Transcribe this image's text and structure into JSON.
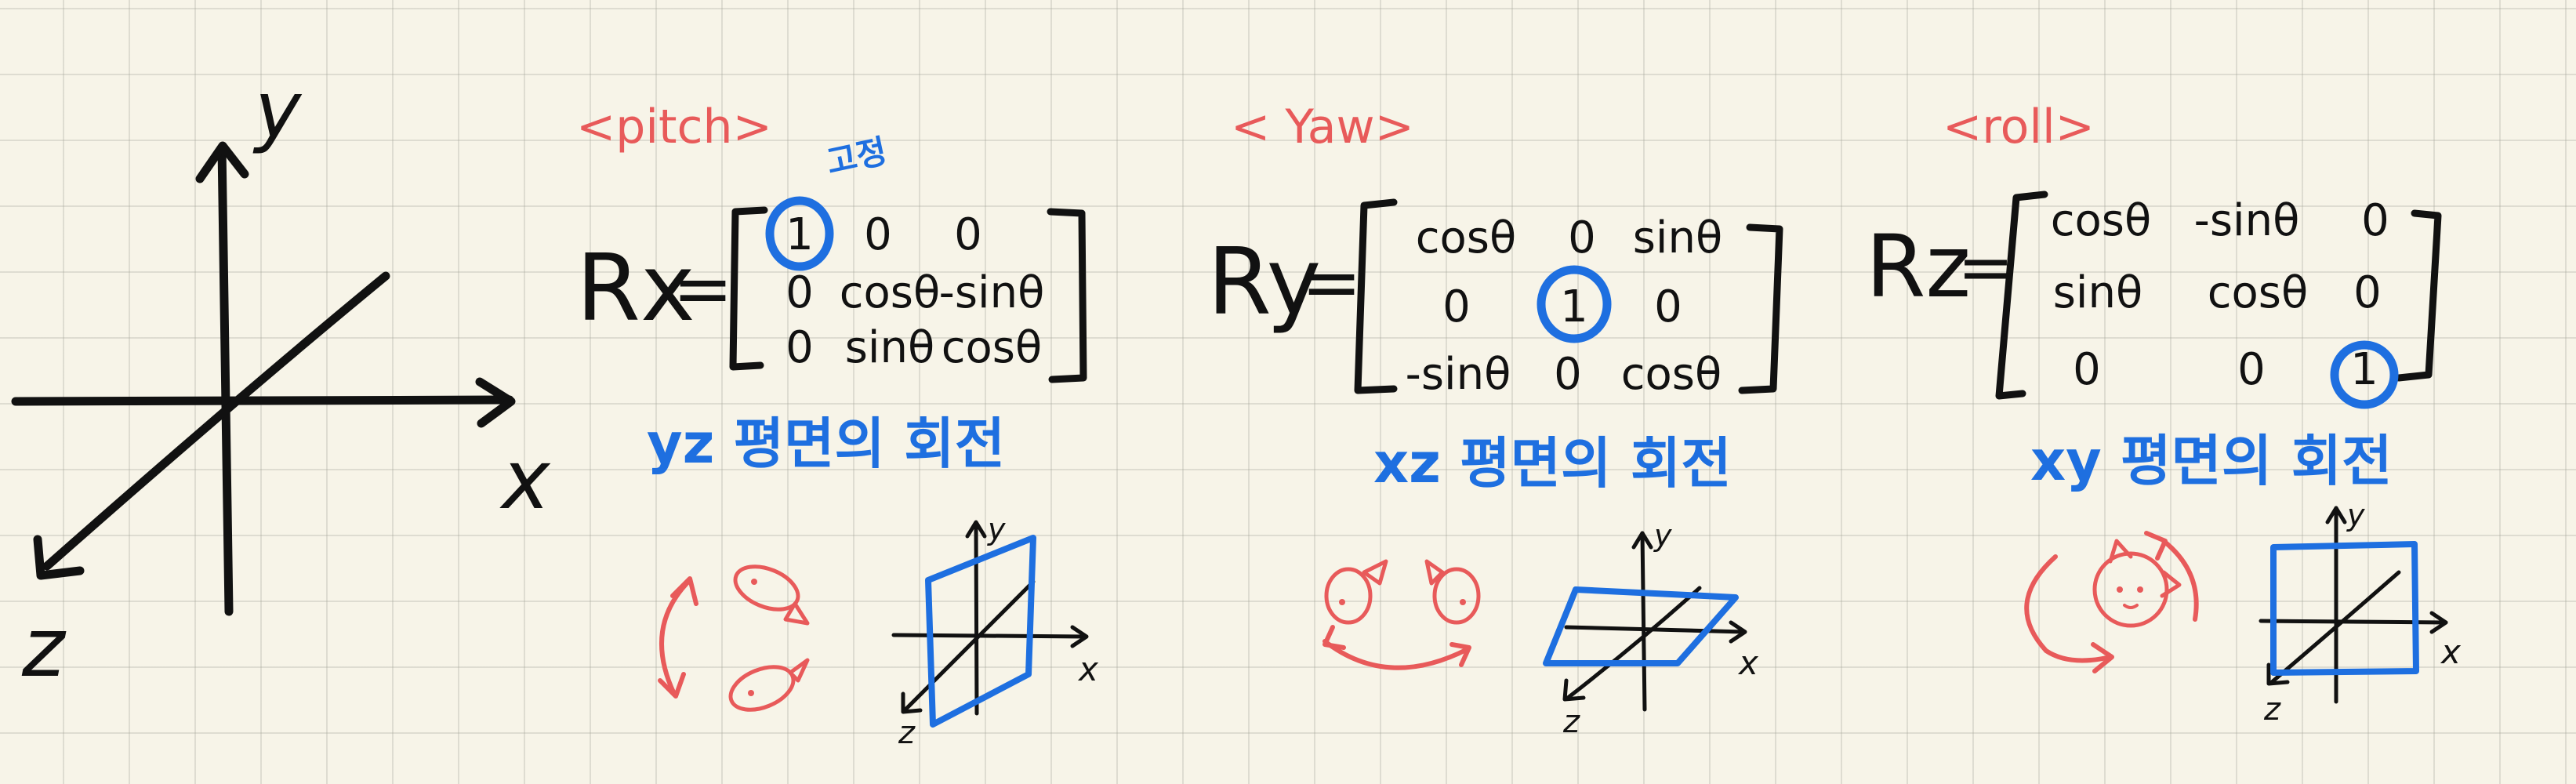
{
  "colors": {
    "ink": "#111111",
    "accent_red": "#e85a5a",
    "accent_blue": "#1e6fe0",
    "paper": "#f7f4e8"
  },
  "main_axes": {
    "x": "x",
    "y": "y",
    "z": "z"
  },
  "panels": [
    {
      "id": "pitch",
      "title": "<pitch>",
      "fixed_note": "고정",
      "matrix_label": "Rx",
      "matrix": [
        [
          "1",
          "0",
          "0"
        ],
        [
          "0",
          "cosθ",
          "-sinθ"
        ],
        [
          "0",
          "sinθ",
          "cosθ"
        ]
      ],
      "fixed_cell": [
        0,
        0
      ],
      "plane_caption": "yz 평면의 회전",
      "mini_axes": {
        "x": "x",
        "y": "y",
        "z": "z"
      },
      "plane_icon": "yz-plane-icon",
      "rotation_icon": "fish-flip-vertical-icon"
    },
    {
      "id": "yaw",
      "title": "< Yaw>",
      "matrix_label": "Ry",
      "matrix": [
        [
          "cosθ",
          "0",
          "sinθ"
        ],
        [
          "0",
          "1",
          "0"
        ],
        [
          "-sinθ",
          "0",
          "cosθ"
        ]
      ],
      "fixed_cell": [
        1,
        1
      ],
      "plane_caption": "xz 평면의 회전",
      "mini_axes": {
        "x": "x",
        "y": "y",
        "z": "z"
      },
      "plane_icon": "xz-plane-icon",
      "rotation_icon": "fish-turn-horizontal-icon"
    },
    {
      "id": "roll",
      "title": "<roll>",
      "matrix_label": "Rz",
      "matrix": [
        [
          "cosθ",
          "-sinθ",
          "0"
        ],
        [
          "sinθ",
          "cosθ",
          "0"
        ],
        [
          "0",
          "0",
          "1"
        ]
      ],
      "fixed_cell": [
        2,
        2
      ],
      "plane_caption": "xy 평면의 회전",
      "mini_axes": {
        "x": "x",
        "y": "y",
        "z": "z"
      },
      "plane_icon": "xy-plane-icon",
      "rotation_icon": "face-spin-icon"
    }
  ]
}
